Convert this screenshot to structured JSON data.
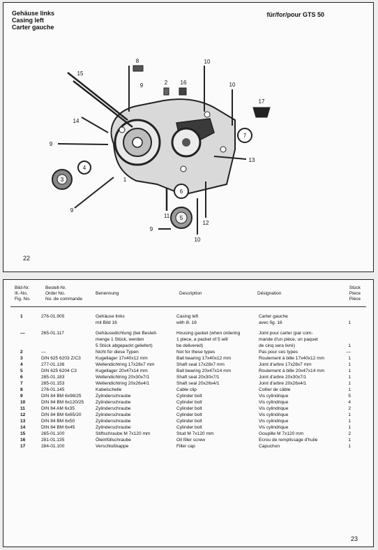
{
  "top_page": {
    "title_lines": [
      "Gehäuse links",
      "Casing left",
      "Carter gauche"
    ],
    "model": "für/for/pour GTS 50",
    "page_number": "22",
    "callouts": [
      {
        "label": "1"
      },
      {
        "label": "2"
      },
      {
        "label": "3"
      },
      {
        "label": "4"
      },
      {
        "label": "5"
      },
      {
        "label": "6"
      },
      {
        "label": "7"
      },
      {
        "label": "8"
      },
      {
        "label": "9"
      },
      {
        "label": "9"
      },
      {
        "label": "9"
      },
      {
        "label": "9"
      },
      {
        "label": "10"
      },
      {
        "label": "10"
      },
      {
        "label": "10"
      },
      {
        "label": "11"
      },
      {
        "label": "12"
      },
      {
        "label": "13"
      },
      {
        "label": "14"
      },
      {
        "label": "15"
      },
      {
        "label": "16"
      },
      {
        "label": "17"
      }
    ]
  },
  "bottom_page": {
    "page_number": "23",
    "headers": {
      "fig": [
        "Bild-Nr.",
        "Ill.-No.",
        "Fig. No."
      ],
      "order": [
        "Bestell-Nr.",
        "Order No.",
        "No. de commande"
      ],
      "de": "Benennung",
      "en": "Description",
      "fr": "Désignation",
      "qty": [
        "Stück",
        "Piece",
        "Pièce"
      ]
    },
    "rows": [
      {
        "fig": "1",
        "order": "276-01.905",
        "de": "Gehäuse links",
        "en": "Casing left",
        "fr": "Carter gauche",
        "qty": ""
      },
      {
        "fig": "",
        "order": "",
        "de": "   mit Bild 16",
        "en": "   with ill. 16",
        "fr": "   avec fig. 16",
        "qty": "1"
      },
      {
        "gap": true
      },
      {
        "fig": "—",
        "order": "265-01.117",
        "de": "Gehäusedichtung (bei Bestell-",
        "en": "Housing gasket (when ordering",
        "fr": "Joint pour carter (par com-",
        "qty": ""
      },
      {
        "fig": "",
        "order": "",
        "de": "   menge 1 Stück, werden",
        "en": "   1 piece, a packet of 5 will",
        "fr": "   mande d'un pièce, un paquet",
        "qty": ""
      },
      {
        "fig": "",
        "order": "",
        "de": "   5 Stück abgepackt geliefert)",
        "en": "   be delivered)",
        "fr": "   de cinq sera livré)",
        "qty": "1"
      },
      {
        "fig": "2",
        "order": "—",
        "de": "Nicht für diese Typen",
        "en": "Not for these types",
        "fr": "Pas pour ces types",
        "qty": "—"
      },
      {
        "fig": "3",
        "order": "DIN 625 6203 Z/C3",
        "de": "Kugellager 17x40x12 mm",
        "en": "Ball bearing 17x40x12 mm",
        "fr": "Roulement à bille 17x40x12 mm",
        "qty": "1"
      },
      {
        "fig": "4",
        "order": "277-01.136",
        "de": "Wellendichtring 17x28x7 mm",
        "en": "Shaft seal 17x28x7 mm",
        "fr": "Joint d'arbre 17x28x7 mm",
        "qty": "1"
      },
      {
        "fig": "5",
        "order": "DIN 625 6204 C3",
        "de": "Kugellager 20x47x14 mm",
        "en": "Ball bearing 20x47x14 mm",
        "fr": "Roulement à bille 20x47x14 mm",
        "qty": "1"
      },
      {
        "fig": "6",
        "order": "285-01.183",
        "de": "Wellendichtring 20x30x7/1",
        "en": "Shaft seal 20x30x7/1",
        "fr": "Joint d'arbre 20x30x7/1",
        "qty": "1"
      },
      {
        "fig": "7",
        "order": "285-01.153",
        "de": "Wellendichtring 20x26x4/1",
        "en": "Shaft seal 20x26x4/1",
        "fr": "Joint d'arbre 20x26x4/1",
        "qty": "1"
      },
      {
        "fig": "8",
        "order": "276-01.145",
        "de": "Kabelschelle",
        "en": "Cable clip",
        "fr": "Collier de câble",
        "qty": "1"
      },
      {
        "fig": "9",
        "order": "DIN 84 BM 6x98/25",
        "de": "Zylinderschraube",
        "en": "Cylinder bolt",
        "fr": "Vis cylindrique",
        "qty": "5"
      },
      {
        "fig": "10",
        "order": "DIN 84 BM 6x120/25",
        "de": "Zylinderschraube",
        "en": "Cylinder bolt",
        "fr": "Vis cylindrique",
        "qty": "4"
      },
      {
        "fig": "11",
        "order": "DIN 84 AM 6x35",
        "de": "Zylinderschraube",
        "en": "Cylinder bolt",
        "fr": "Vis cylindrique",
        "qty": "2"
      },
      {
        "fig": "12",
        "order": "DIN 84 BM 6x65/20",
        "de": "Zylinderschraube",
        "en": "Cylinder bolt",
        "fr": "Vis cylindrique",
        "qty": "1"
      },
      {
        "fig": "13",
        "order": "DIN 84 BM 6x50",
        "de": "Zylinderschraube",
        "en": "Cylinder bolt",
        "fr": "Vis cylindrique",
        "qty": "1"
      },
      {
        "fig": "14",
        "order": "DIN 84 BM 6x45",
        "de": "Zylinderschraube",
        "en": "Cylinder bolt",
        "fr": "Vis cylindrique",
        "qty": "1"
      },
      {
        "fig": "15",
        "order": "265-01.100",
        "de": "Stiftschraube M 7x120 mm",
        "en": "Stud M 7x120 mm",
        "fr": "Goupille M 7x120 mm",
        "qty": "2"
      },
      {
        "fig": "16",
        "order": "281-01.135",
        "de": "Öleinfüllschraube",
        "en": "Oil filler screw",
        "fr": "Ecrou de remplissage d'huile",
        "qty": "1"
      },
      {
        "fig": "17",
        "order": "284-01.100",
        "de": "Verschlußkappe",
        "en": "Filler cap",
        "fr": "Capuchon",
        "qty": "1"
      }
    ]
  }
}
